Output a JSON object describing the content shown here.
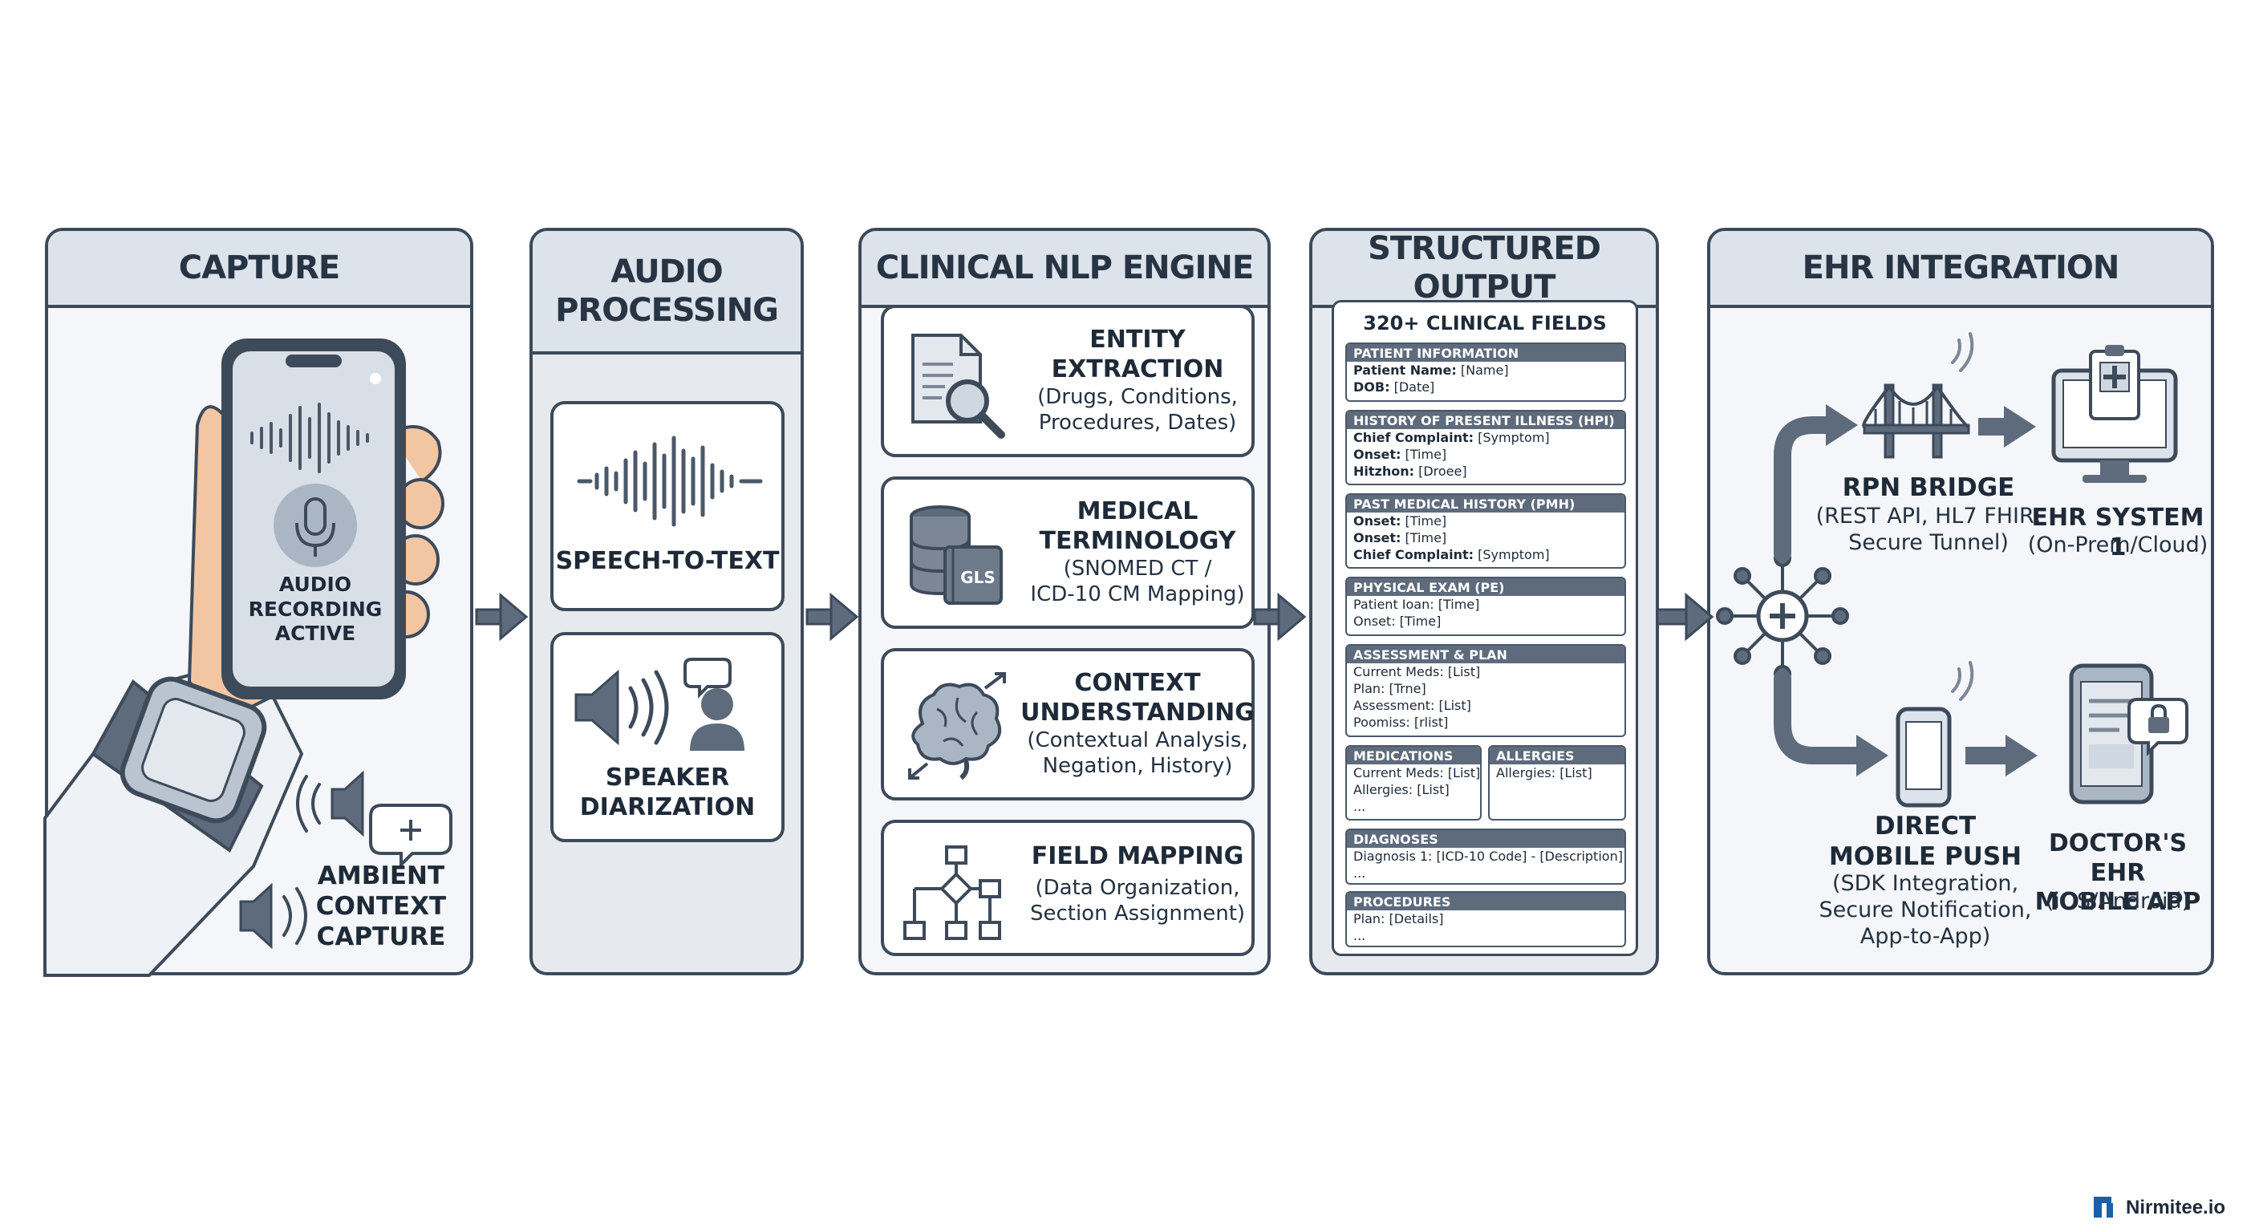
{
  "capture": {
    "title": "CAPTURE",
    "phone_status": [
      "AUDIO",
      "RECORDING",
      "ACTIVE"
    ],
    "ambient": [
      "AMBIENT",
      "CONTEXT",
      "CAPTURE"
    ]
  },
  "audio": {
    "title": [
      "AUDIO",
      "PROCESSING"
    ],
    "stt_label": "SPEECH-TO-TEXT",
    "diarization_label": [
      "SPEAKER",
      "DIARIZATION"
    ]
  },
  "nlp": {
    "title": "CLINICAL NLP ENGINE",
    "cards": [
      {
        "title": [
          "ENTITY",
          "EXTRACTION"
        ],
        "detail": [
          "(Drugs, Conditions,",
          "Procedures, Dates)"
        ]
      },
      {
        "title": [
          "MEDICAL",
          "TERMINOLOGY"
        ],
        "detail": [
          "(SNOMED CT /",
          "ICD-10 CM Mapping)"
        ],
        "icon_text": "GLS"
      },
      {
        "title": [
          "CONTEXT",
          "UNDERSTANDING"
        ],
        "detail": [
          "(Contextual Analysis,",
          "Negation, History)"
        ]
      },
      {
        "title": [
          "FIELD MAPPING"
        ],
        "detail": [
          "(Data Organization,",
          "Section Assignment)"
        ]
      }
    ]
  },
  "output": {
    "title": "STRUCTURED OUTPUT",
    "fields_title": "320+ CLINICAL FIELDS",
    "sections": [
      {
        "header": "PATIENT INFORMATION",
        "lines": [
          [
            "Patient Name:",
            " [Name]"
          ],
          [
            "DOB:",
            " [Date]"
          ]
        ]
      },
      {
        "header": "HISTORY OF PRESENT ILLNESS (HPI)",
        "lines": [
          [
            "Chief Complaint:",
            " [Symptom]"
          ],
          [
            "Onset:",
            " [Time]"
          ],
          [
            "Hitzhon:",
            " [Droee]"
          ]
        ]
      },
      {
        "header": "PAST MEDICAL HISTORY (PMH)",
        "lines": [
          [
            "Onset:",
            " [Time]"
          ],
          [
            "Onset:",
            " [Time]"
          ],
          [
            "Chief Complaint:",
            " [Symptom]"
          ]
        ]
      },
      {
        "header": "PHYSICAL EXAM (PE)",
        "lines": [
          [
            "",
            "Patient Ioan: [Time]"
          ],
          [
            "",
            "Onset: [Time]"
          ]
        ]
      },
      {
        "header": "ASSESSMENT & PLAN",
        "lines": [
          [
            "",
            "Current Meds: [List]"
          ],
          [
            "",
            "Plan: [Trne]"
          ],
          [
            "",
            "Assessment: [List]"
          ],
          [
            "",
            "Poomiss: [rlist]"
          ]
        ]
      },
      {
        "header": "MEDICATIONS",
        "lines": [
          [
            "",
            "Current Meds: [List]"
          ],
          [
            "",
            "Allergies: [List]"
          ],
          [
            "",
            "..."
          ]
        ]
      },
      {
        "header": "ALLERGIES",
        "lines": [
          [
            "",
            "Allergies: [List]"
          ]
        ]
      },
      {
        "header": "DIAGNOSES",
        "lines": [
          [
            "",
            "Diagnosis 1: [ICD-10 Code] - [Description]"
          ],
          [
            "",
            "..."
          ]
        ]
      },
      {
        "header": "PROCEDURES",
        "lines": [
          [
            "",
            "Plan: [Details]"
          ],
          [
            "",
            "..."
          ]
        ]
      }
    ]
  },
  "ehr": {
    "title": "EHR INTEGRATION",
    "bridge": {
      "title": "RPN BRIDGE",
      "detail": [
        "(REST API, HL7 FHIR,",
        "Secure Tunnel)"
      ]
    },
    "system": {
      "title": "EHR SYSTEM 1",
      "detail": [
        "(On-Prem/Cloud)"
      ]
    },
    "push": {
      "title": [
        "DIRECT",
        "MOBILE PUSH"
      ],
      "detail": [
        "(SDK Integration,",
        "Secure Notification,",
        "App-to-App)"
      ]
    },
    "app": {
      "title": [
        "DOCTOR'S EHR",
        "MOBILE APP"
      ],
      "detail": [
        "(iOS/Android)"
      ]
    }
  },
  "brand": "Nirmitee.io",
  "colors": {
    "stroke": "#3d4a5a",
    "header_bg": "#dde3ea",
    "panel_bg": "#f4f6f9",
    "brand": "#1b5fa8"
  }
}
